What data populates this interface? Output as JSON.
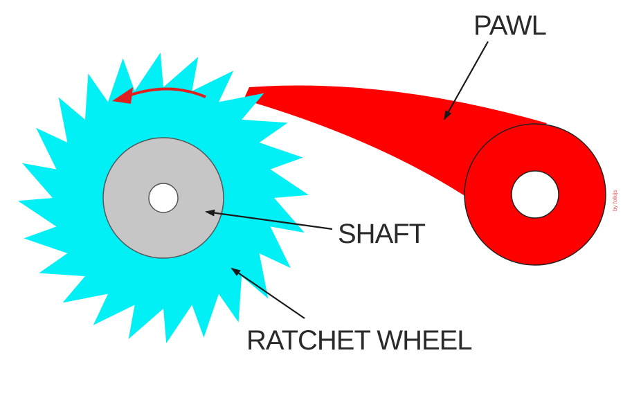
{
  "labels": {
    "pawl": "PAWL",
    "shaft": "SHAFT",
    "ratchet_wheel": "RATCHET WHEEL"
  },
  "credit": "by folkijs",
  "colors": {
    "wheel": "#00f0f5",
    "shaft": "#c6c6c6",
    "pawl": "#ff0000",
    "arrow": "#e02020",
    "leader": "#1a1a1a",
    "text": "#2a2a2a",
    "background": "#ffffff"
  },
  "icons": {
    "rotation": "counterclockwise-arrow"
  }
}
